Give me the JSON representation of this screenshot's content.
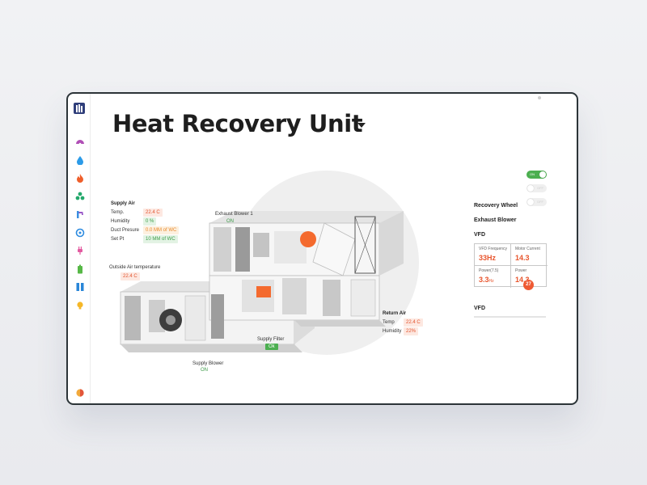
{
  "page": {
    "title": "Heat Recovery Unit"
  },
  "sidebar": {
    "icons": [
      "logo-icon",
      "gauge-icon",
      "water-drop-icon",
      "flame-icon",
      "fan-icon",
      "faucet-icon",
      "recycle-icon",
      "plug-icon",
      "battery-icon",
      "columns-icon",
      "lightbulb-icon",
      "theme-toggle-icon"
    ]
  },
  "supply_air": {
    "title": "Supply Air",
    "rows": [
      {
        "label": "Temp.",
        "value": "22.4 C"
      },
      {
        "label": "Humidity",
        "value": "0 %"
      },
      {
        "label": "Duct Presure",
        "value": "0.0 MM of WC"
      },
      {
        "label": "Set Pt",
        "value": "10 MM of WC"
      }
    ]
  },
  "outside_air": {
    "label": "Outside Air temperature",
    "value": "22.4 C"
  },
  "exhaust_blower": {
    "label": "Exhaust Blower 1",
    "status": "ON"
  },
  "supply_blower": {
    "label": "Supply Blower",
    "status": "ON"
  },
  "supply_filter": {
    "label": "Supply Filter",
    "status": "Ok"
  },
  "return_air": {
    "title": "Return Air",
    "rows": [
      {
        "label": "Temp",
        "value": "22.4 C"
      },
      {
        "label": "Humidity",
        "value": "22%"
      }
    ]
  },
  "right_panel": {
    "toggles": [
      {
        "label": "ON",
        "state": "on"
      },
      {
        "label": "OFF",
        "state": "off"
      },
      {
        "label": "OFF",
        "state": "off"
      }
    ],
    "recovery_wheel": "Recovery Wheel",
    "exhaust_blower": "Exhaust Blower",
    "vfd_title": "VFD",
    "vfd_cells": [
      {
        "key": "VFD Frequency",
        "value": "33Hz",
        "unit": ""
      },
      {
        "key": "Motor Current",
        "value": "14.3",
        "unit": ""
      },
      {
        "key": "Power(7.5)",
        "value": "3.3",
        "unit": "Hz"
      },
      {
        "key": "Power",
        "value": "14.3",
        "unit": ""
      }
    ],
    "notification_count": "27",
    "vfd_title_2": "VFD"
  },
  "colors": {
    "accent_red": "#e8552d",
    "status_green": "#4caf50",
    "frame": "#2c3438"
  }
}
